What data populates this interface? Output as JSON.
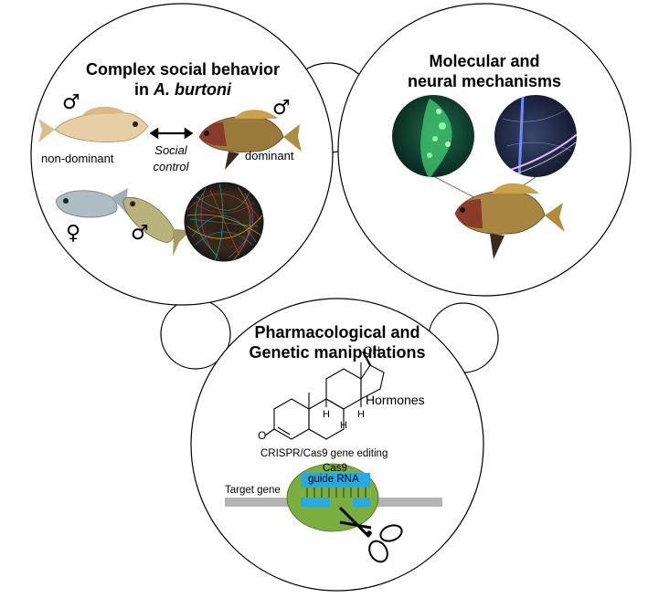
{
  "panels": {
    "behavior": {
      "title_line1": "Complex social behavior",
      "title_line2_prefix": "in ",
      "title_line2_species": "A. burtoni",
      "male_symbol": "♂",
      "female_symbol": "♀",
      "label_nondominant": "non-dominant",
      "label_dominant": "dominant",
      "label_social": "Social",
      "label_control": "control"
    },
    "mechanisms": {
      "title_line1": "Molecular and",
      "title_line2": "neural mechanisms"
    },
    "manipulations": {
      "title_line1": "Pharmacological and",
      "title_line2": "Genetic manipulations",
      "hormones_label": "Hormones",
      "oh_label": "OH",
      "h_label": "H",
      "o_label": "O",
      "crispr_label": "CRISPR/Cas9 gene editing",
      "cas9_label": "Cas9",
      "guide_rna_label": "guide RNA",
      "target_gene_label": "Target gene"
    }
  },
  "colors": {
    "cas9_green": "#7aae3f",
    "guide_blue": "#29a9e1",
    "dna_gray": "#b3b3b3",
    "outline": "#000000"
  },
  "icons": [
    "double-arrow-icon",
    "scissors-icon",
    "steroid-structure-icon",
    "fish-icon",
    "neuron-network-icon",
    "microscopy-image-icon"
  ]
}
